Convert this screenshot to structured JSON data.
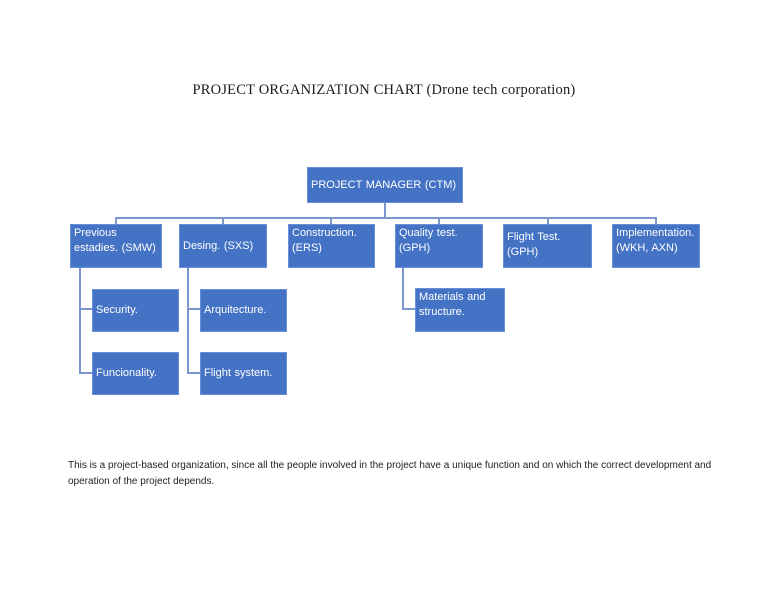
{
  "title": "PROJECT ORGANIZATION CHART (Drone tech corporation)",
  "nodes": {
    "pm": {
      "label": "PROJECT MANAGER (CTM)"
    },
    "previous": {
      "label": "Previous estadies. (SMW)"
    },
    "desing": {
      "label": "Desing. (SXS)"
    },
    "construction": {
      "label": "Construction. (ERS)"
    },
    "quality": {
      "label": "Quality test. (GPH)"
    },
    "flight_test": {
      "label": "Flight Test. (GPH)"
    },
    "implementation": {
      "label": "Implementation. (WKH, AXN)"
    },
    "security": {
      "label": "Security."
    },
    "funcionality": {
      "label": "Funcionality."
    },
    "arquitecture": {
      "label": "Arquitecture."
    },
    "flight_system": {
      "label": "Flight system."
    },
    "materials": {
      "label": "Materials and structure."
    }
  },
  "structure": {
    "type": "org-chart",
    "root": "PROJECT MANAGER (CTM)",
    "branches": [
      {
        "label": "Previous estadies. (SMW)",
        "children": [
          "Security.",
          "Funcionality."
        ]
      },
      {
        "label": "Desing. (SXS)",
        "children": [
          "Arquitecture.",
          "Flight system."
        ]
      },
      {
        "label": "Construction. (ERS)",
        "children": []
      },
      {
        "label": "Quality test. (GPH)",
        "children": [
          "Materials and structure."
        ]
      },
      {
        "label": "Flight Test. (GPH)",
        "children": []
      },
      {
        "label": "Implementation. (WKH, AXN)",
        "children": []
      }
    ]
  },
  "footer": {
    "line1": "This is a project-based organization, since all the people involved in the project have a unique function and on which the correct development",
    "line2": "and operation of the project depends."
  },
  "colors": {
    "node_fill": "#4472C4",
    "node_text": "#FFFFFF",
    "connector": "#7E96CF",
    "title_text": "#1B1B1B",
    "body_text": "#1F1F1F",
    "page_background": "#FFFFFF"
  }
}
